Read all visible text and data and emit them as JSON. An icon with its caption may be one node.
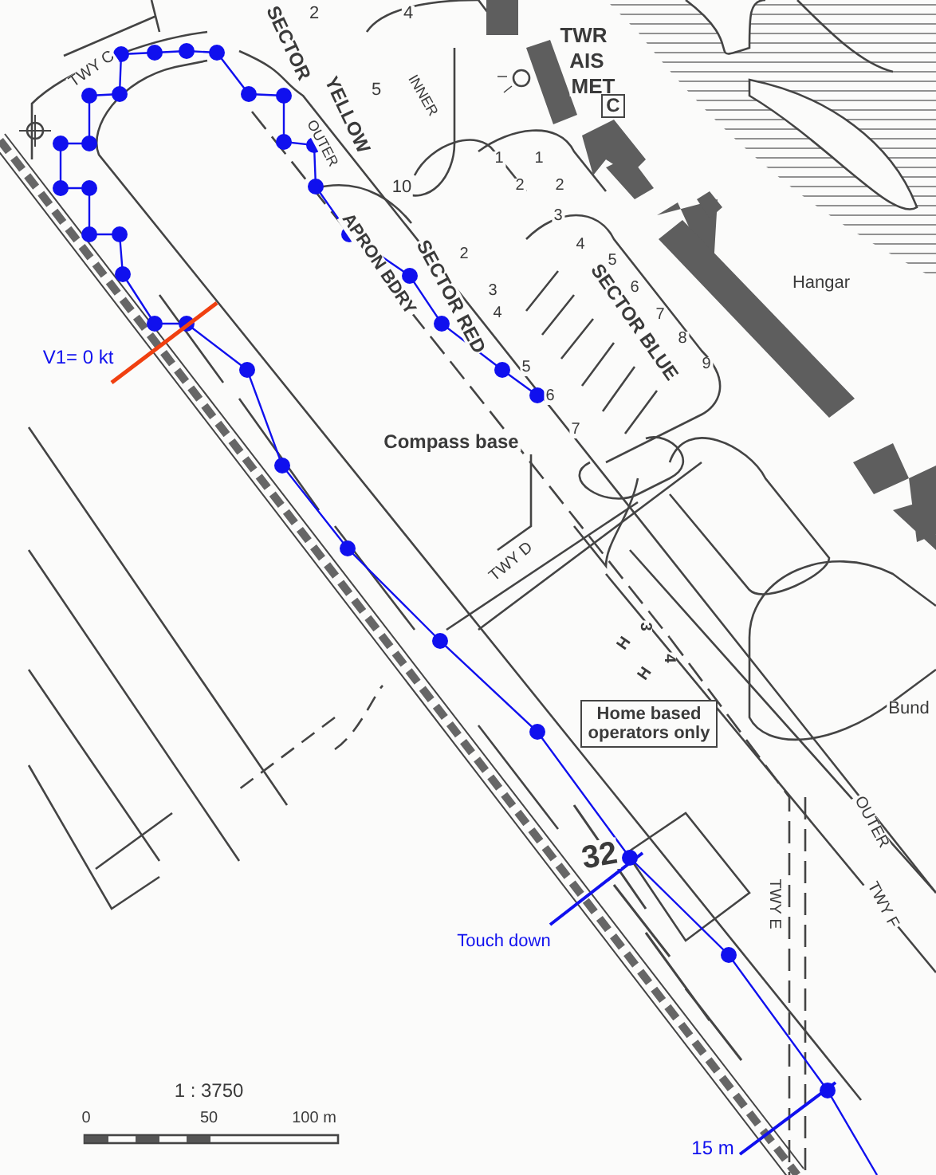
{
  "diagram": {
    "nodes": [
      {
        "text": [
          "C"
        ]
      },
      {
        "text": [
          "Home based operators only"
        ]
      }
    ],
    "labels": [
      "TWY C",
      "2",
      "SECTOR",
      "4",
      "YELLOW",
      "5",
      "INNER",
      "OUTER",
      "10",
      "TWR",
      "AIS",
      "MET",
      "1",
      "1",
      "2",
      "2",
      "3",
      "4",
      "2",
      "3",
      "5",
      "6",
      "7",
      "8",
      "9",
      "SECTOR RED",
      "SECTOR BLUE",
      "APRON BDRY",
      "Hangar",
      "4",
      "5",
      "6",
      "7",
      "V1= 0 kt",
      "Compass base",
      "TWY D",
      "3",
      "H",
      "4",
      "H",
      "Bund",
      "OUTER",
      "32",
      "TWY E",
      "TWY F",
      "Touch down",
      "1 : 3750",
      "0",
      "50",
      "100 m",
      "15 m"
    ]
  }
}
